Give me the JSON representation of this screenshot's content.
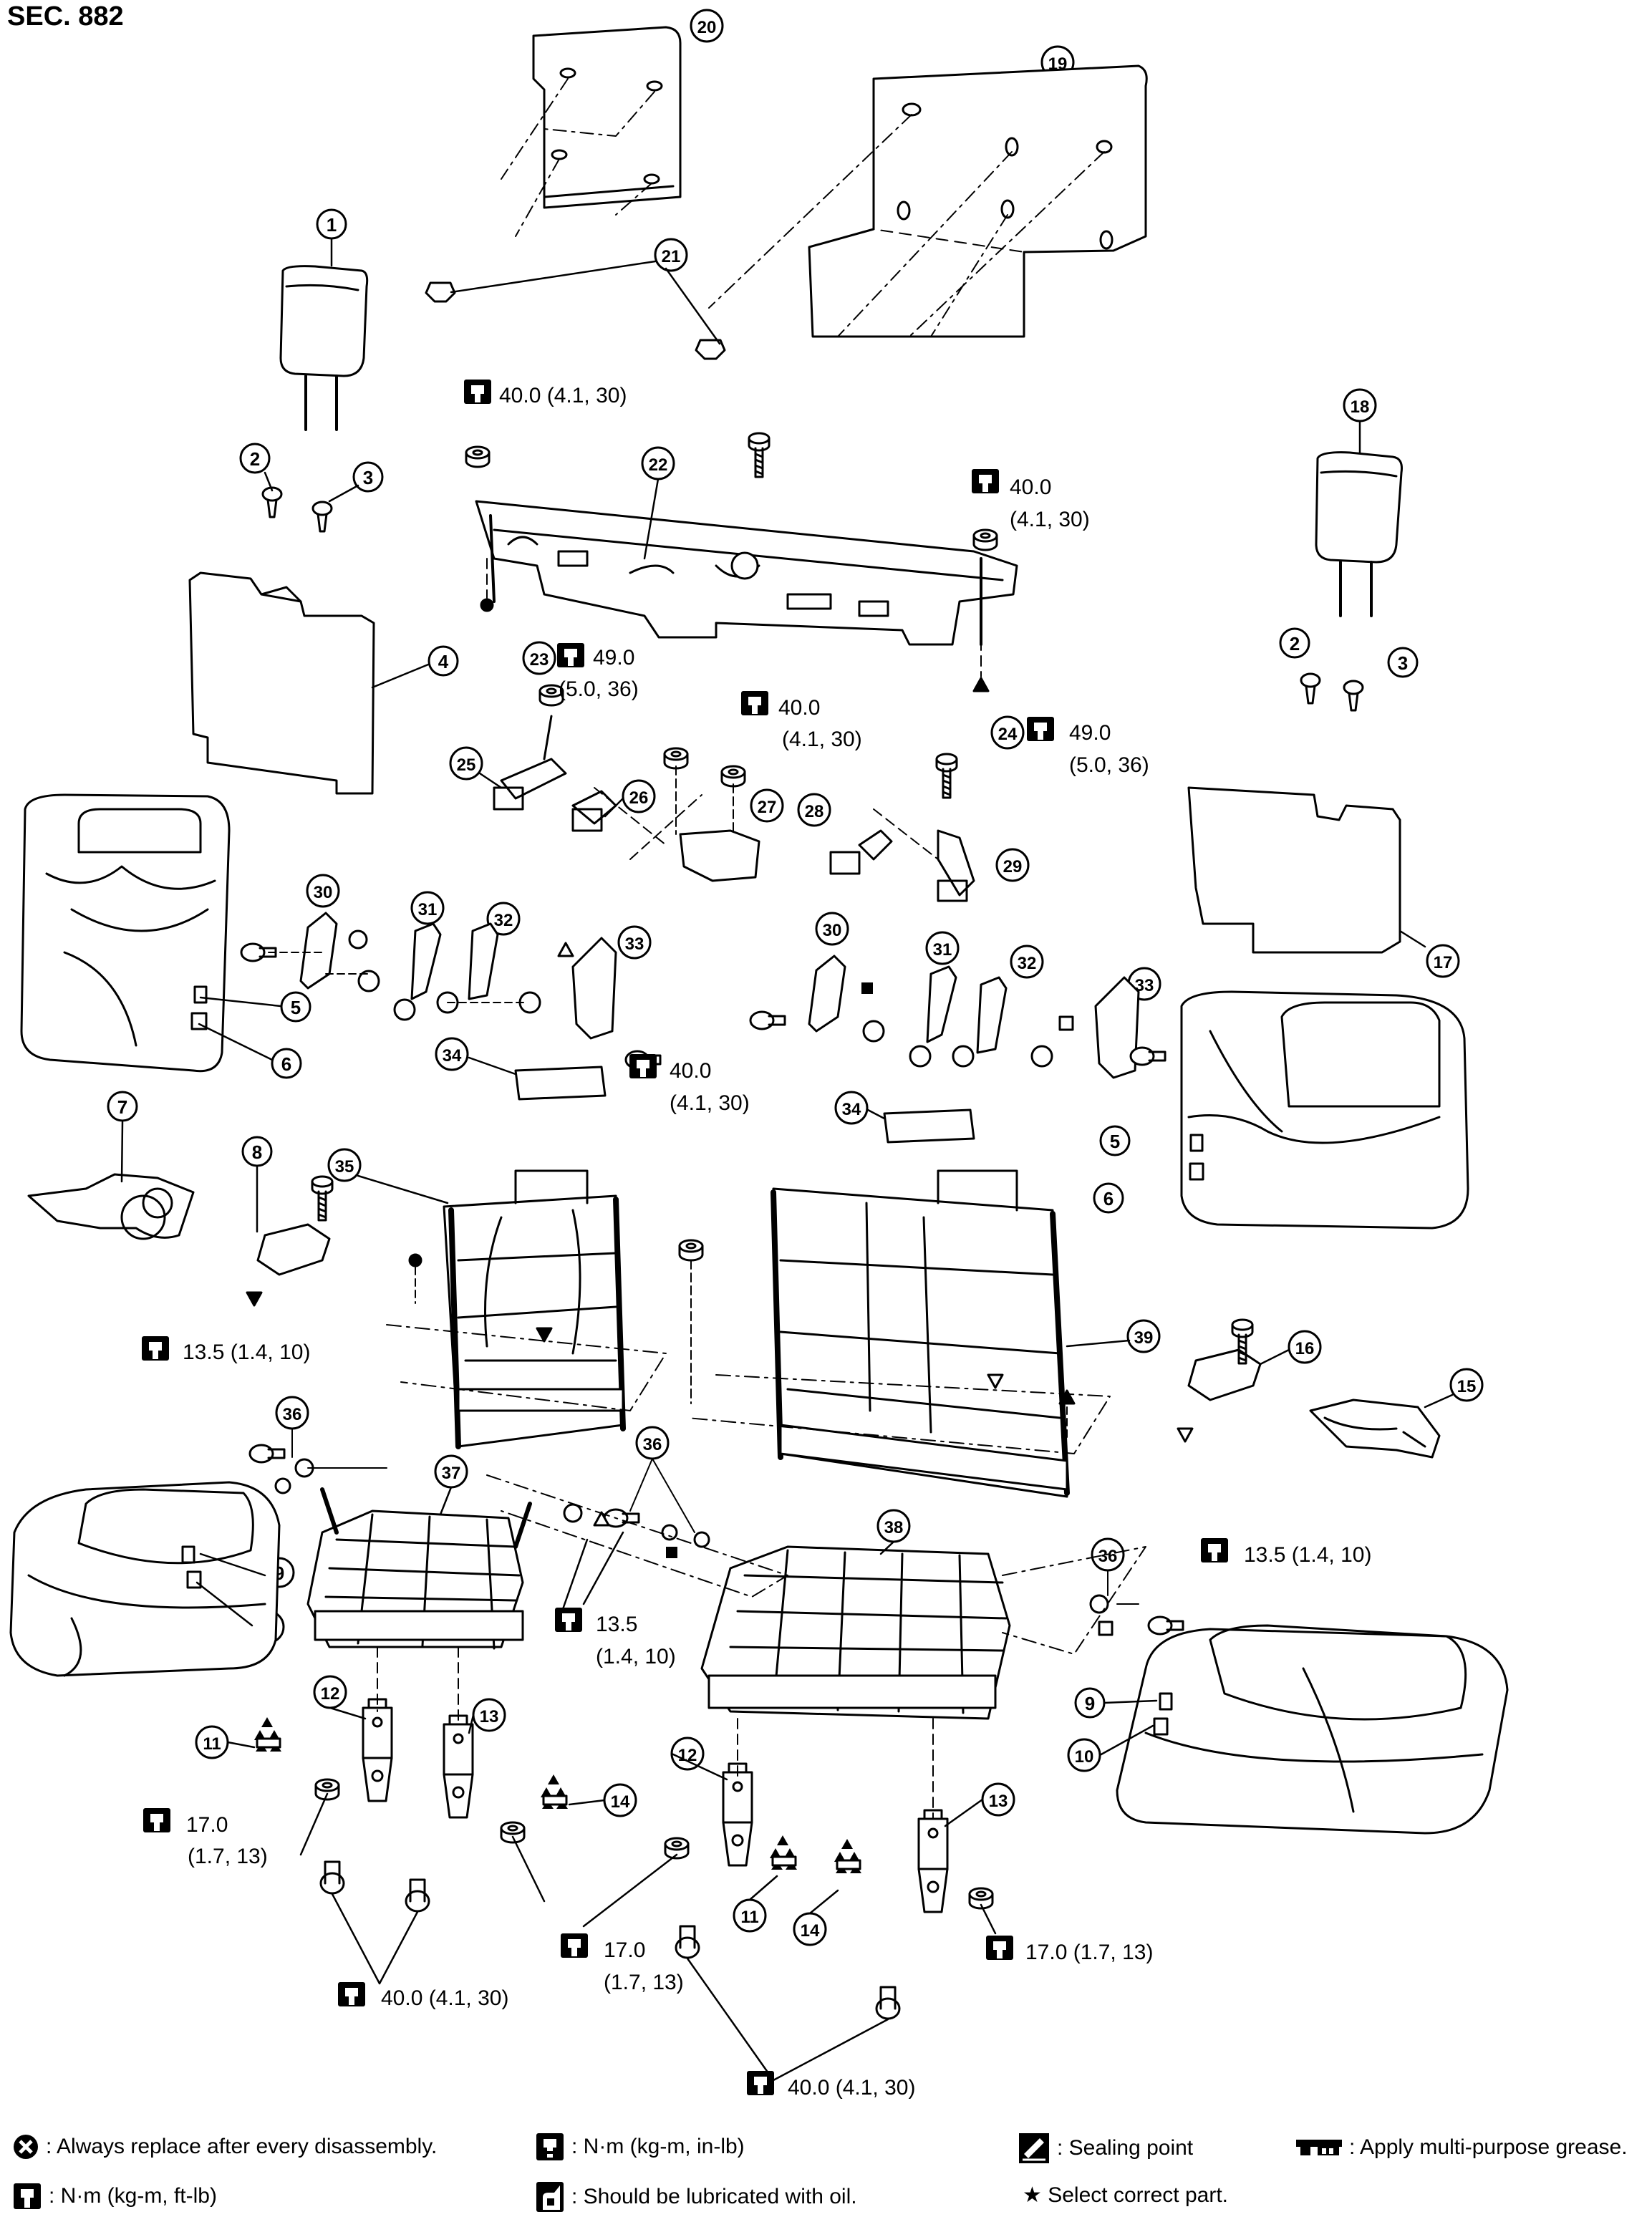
{
  "section_label": "SEC. 882",
  "callouts": [
    "1",
    "2",
    "3",
    "4",
    "5",
    "6",
    "7",
    "8",
    "9",
    "10",
    "11",
    "12",
    "13",
    "14",
    "15",
    "16",
    "17",
    "18",
    "19",
    "20",
    "21",
    "22",
    "23",
    "24",
    "25",
    "26",
    "27",
    "28",
    "29",
    "30",
    "31",
    "32",
    "33",
    "34",
    "35",
    "36",
    "37",
    "38",
    "39"
  ],
  "torque_specs": {
    "t_40_top": "40.0 (4.1, 30)",
    "t_40_right_a": "40.0",
    "t_40_right_b": "(4.1, 30)",
    "t_49_a": "49.0",
    "t_49_b": "(5.0, 36)",
    "t_40_mid_a": "40.0",
    "t_40_mid_b": "(4.1, 30)",
    "t_49r_a": "49.0",
    "t_49r_b": "(5.0, 36)",
    "t_40_center_a": "40.0",
    "t_40_center_b": "(4.1, 30)",
    "t_135_left": "13.5 (1.4, 10)",
    "t_135_right": "13.5 (1.4, 10)",
    "t_135_mid_a": "13.5",
    "t_135_mid_b": "(1.4, 10)",
    "t_17_left_a": "17.0",
    "t_17_left_b": "(1.7, 13)",
    "t_17_mid_a": "17.0",
    "t_17_mid_b": "(1.7, 13)",
    "t_17_right": "17.0 (1.7, 13)",
    "t_40_bot_left": "40.0 (4.1, 30)",
    "t_40_bot_right": "40.0 (4.1, 30)"
  },
  "legend": {
    "replace": ": Always replace after every disassembly.",
    "nm_in_lb": ": N·m (kg-m, in-lb)",
    "sealing": ": Sealing point",
    "grease": ": Apply multi-purpose grease.",
    "nm_ft_lb": ": N·m (kg-m, ft-lb)",
    "oil": ": Should be lubricated with oil.",
    "select": "★ Select correct part."
  },
  "icons": [
    "torque-wrench-icon",
    "replace-x-icon",
    "oil-can-icon",
    "sealing-point-icon",
    "grease-icon"
  ]
}
